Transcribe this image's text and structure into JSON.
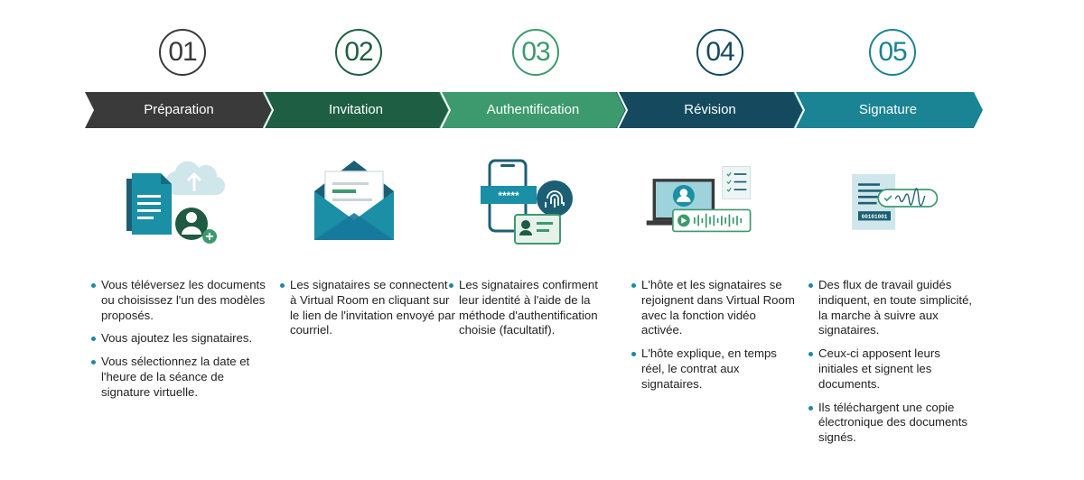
{
  "colors": {
    "step1": "#3a3a3a",
    "step2": "#1e5f44",
    "step3": "#3d9a6e",
    "step4": "#154a5e",
    "step5": "#1a8394",
    "bullet": "#1c8aa0"
  },
  "steps": [
    {
      "number": "01",
      "label": "Préparation",
      "icon": "document-upload-user-icon",
      "bullets": [
        "Vous téléversez les documents ou choisissez l'un des modèles proposés.",
        "Vous ajoutez les signataires.",
        "Vous sélectionnez la date et l'heure de la séance de signature virtuelle."
      ]
    },
    {
      "number": "02",
      "label": "Invitation",
      "icon": "envelope-letter-icon",
      "bullets": [
        "Les signataires se connectent à Virtual Room en cliquant sur le lien de l'invitation envoyé par courriel."
      ]
    },
    {
      "number": "03",
      "label": "Authentification",
      "icon": "phone-fingerprint-id-icon",
      "bullets": [
        "Les signataires confirment leur identité à l'aide de la méthode d'authentification choisie (facultatif)."
      ]
    },
    {
      "number": "04",
      "label": "Révision",
      "icon": "laptop-video-call-icon",
      "bullets": [
        "L'hôte et les signataires se rejoignent dans Virtual Room avec la fonction vidéo activée.",
        "L'hôte explique, en temps réel, le contrat aux signataires."
      ]
    },
    {
      "number": "05",
      "label": "Signature",
      "icon": "signed-document-icon",
      "bullets": [
        "Des flux de travail guidés indiquent, en toute simplicité, la marche à suivre aux signataires.",
        "Ceux-ci apposent leurs initiales et signent les documents.",
        "Ils téléchargent une copie électronique des documents signés."
      ]
    }
  ],
  "icon_text": {
    "password_mask": "*****",
    "binary": "00101001"
  }
}
